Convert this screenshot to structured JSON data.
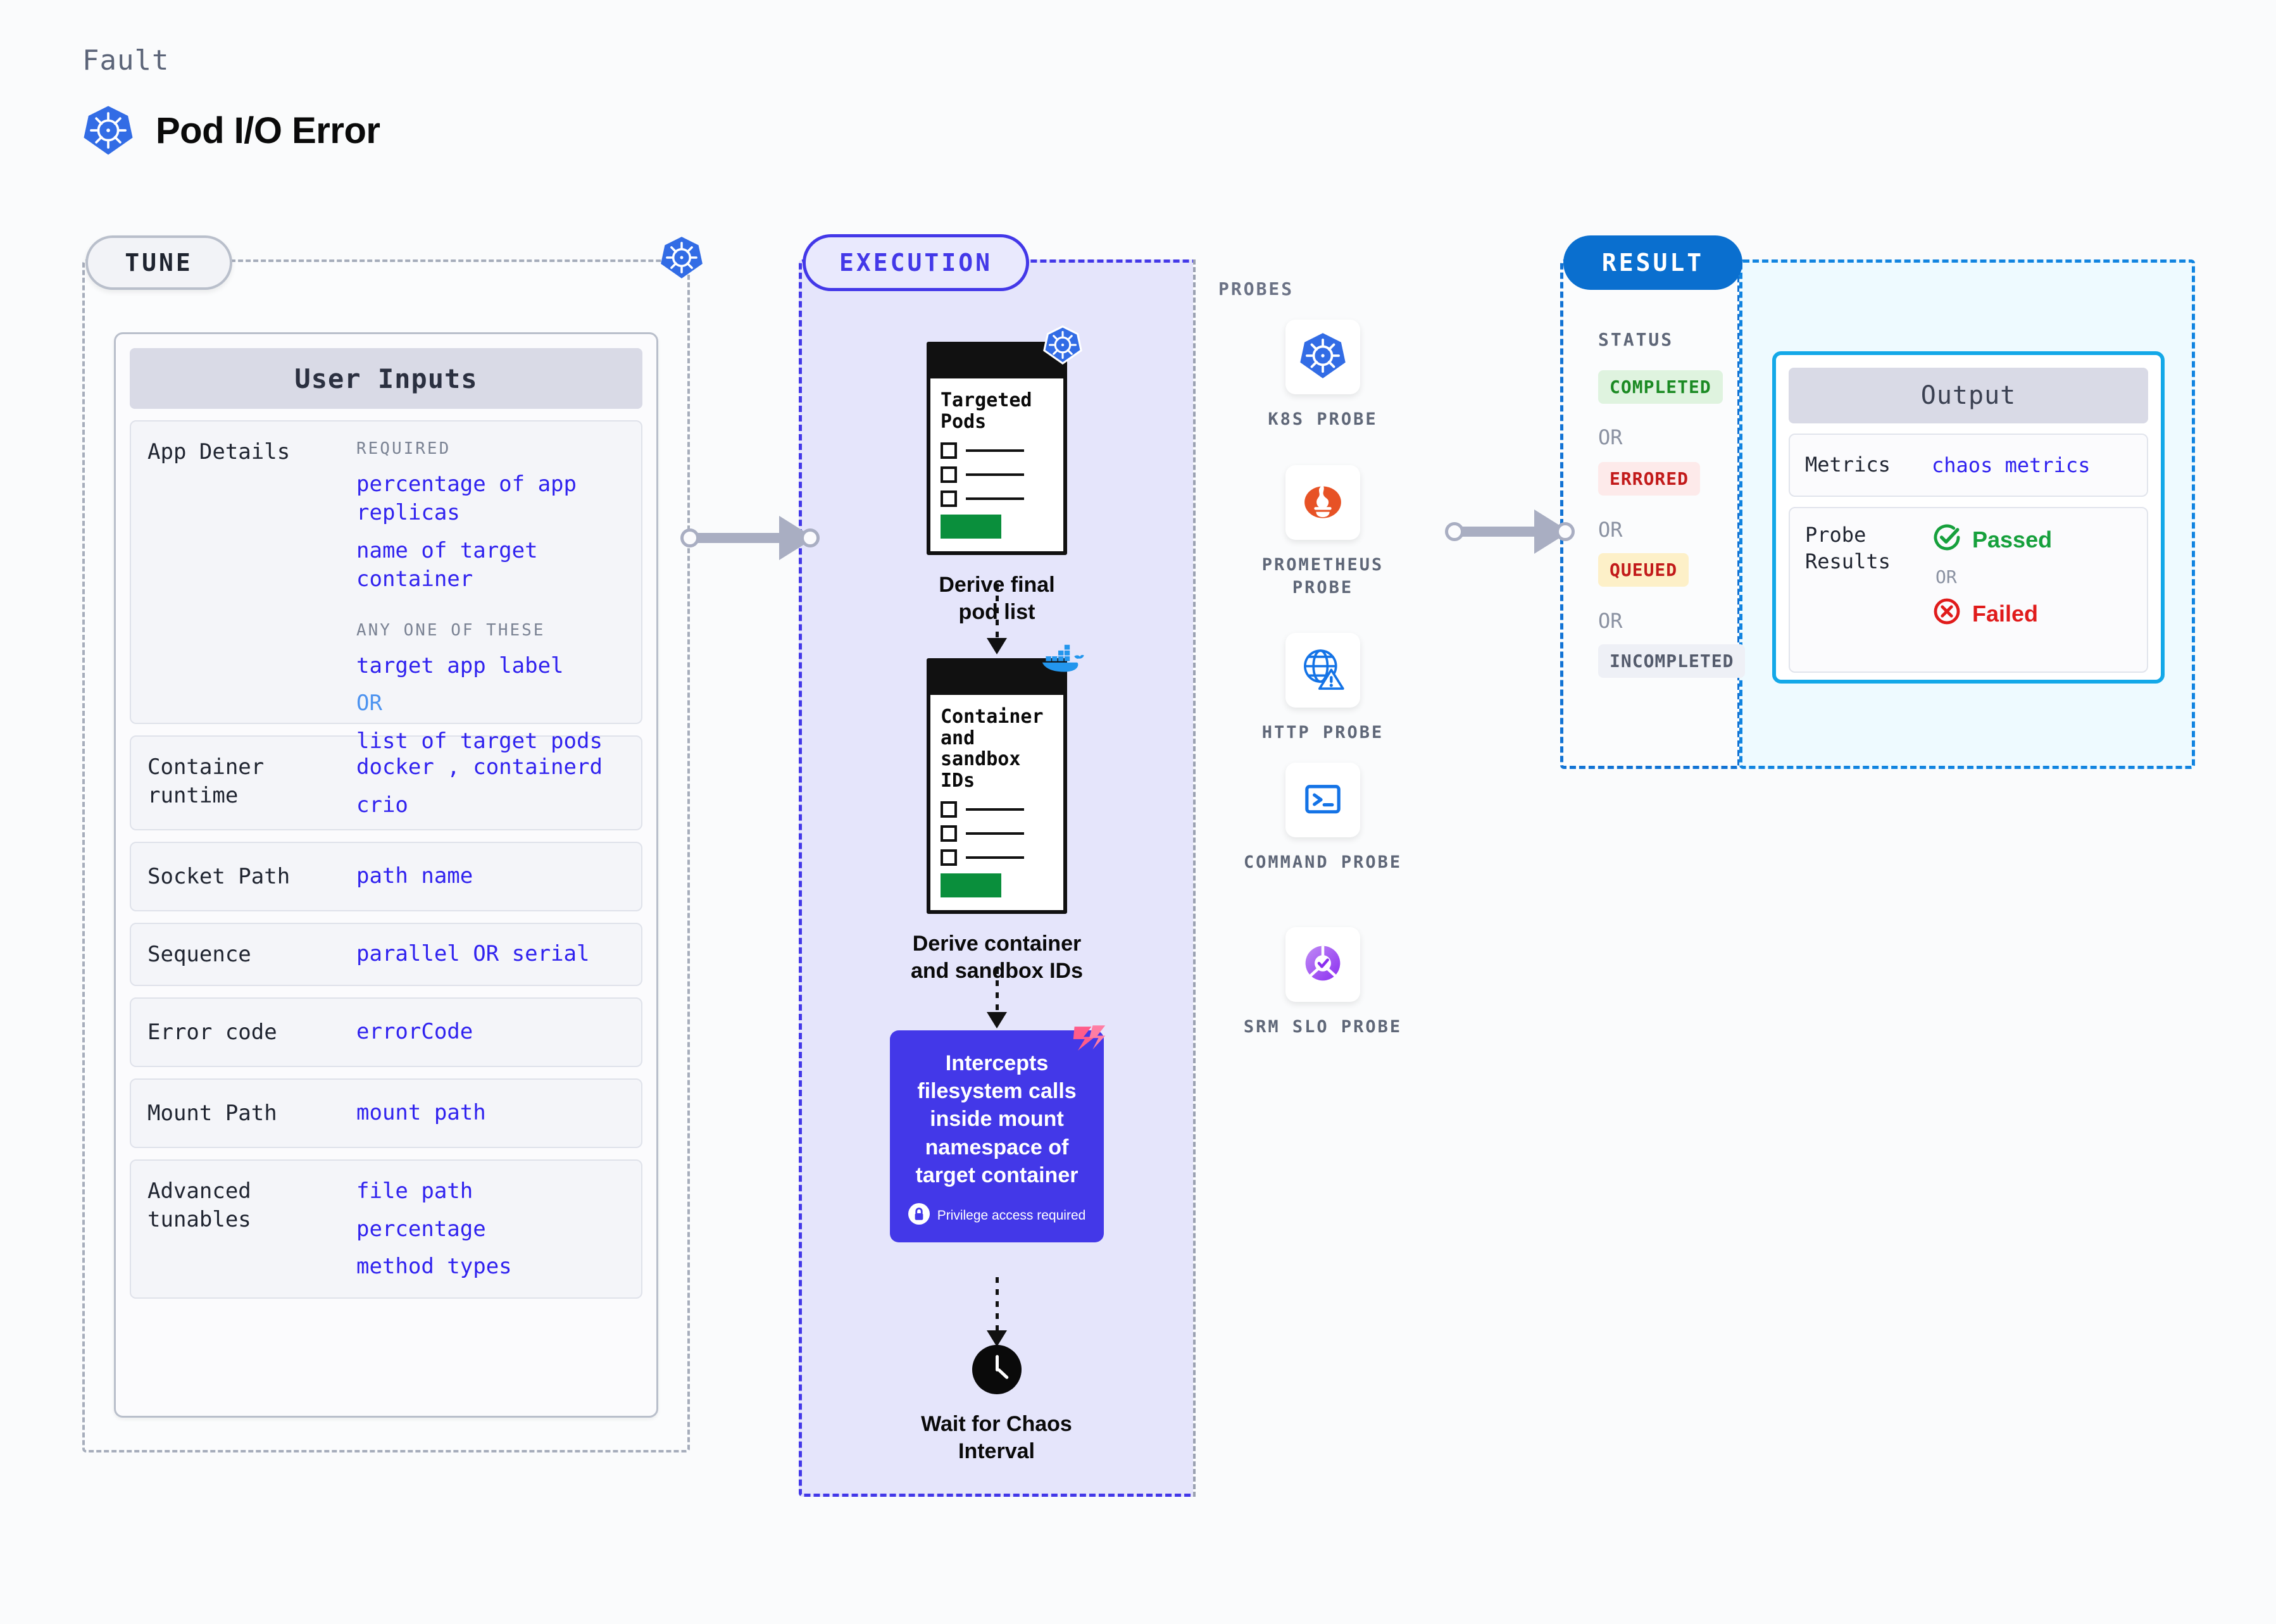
{
  "header": {
    "kicker": "Fault",
    "title": "Pod I/O Error",
    "icon": "kubernetes-icon"
  },
  "stages": {
    "tune": "TUNE",
    "execution": "EXECUTION",
    "result": "RESULT"
  },
  "tune": {
    "card_title": "User Inputs",
    "rows": [
      {
        "label": "App Details",
        "groups": [
          {
            "heading": "REQUIRED",
            "values": [
              "percentage of app replicas",
              "name of target container"
            ]
          },
          {
            "heading": "ANY ONE OF THESE",
            "values": [
              "target app label",
              "OR",
              "list of target pods"
            ]
          }
        ]
      },
      {
        "label": "Container runtime",
        "values": [
          "docker , containerd",
          "crio"
        ]
      },
      {
        "label": "Socket Path",
        "values": [
          "path name"
        ]
      },
      {
        "label": "Sequence",
        "values": [
          "parallel OR serial"
        ]
      },
      {
        "label": "Error code",
        "values": [
          "errorCode"
        ]
      },
      {
        "label": "Mount Path",
        "values": [
          "mount path"
        ]
      },
      {
        "label": "Advanced tunables",
        "values": [
          "file path",
          "percentage",
          "method types"
        ]
      }
    ]
  },
  "execution": {
    "steps": [
      {
        "card_title": "Targeted Pods",
        "caption": "Derive final pod list",
        "badge": "kubernetes-icon"
      },
      {
        "card_title": "Container and sandbox IDs",
        "caption": "Derive container and sandbox IDs",
        "badge": "docker-icon"
      }
    ],
    "chaos_card": {
      "text": "Intercepts filesystem calls inside mount namespace of target container",
      "note": "Privilege access required",
      "note_icon": "lock-icon",
      "corner_icon": "litmus-icon"
    },
    "wait": {
      "caption": "Wait for Chaos Interval",
      "icon": "clock-icon"
    }
  },
  "probes": {
    "title": "PROBES",
    "items": [
      {
        "label": "K8S PROBE",
        "icon": "kubernetes-icon"
      },
      {
        "label": "PROMETHEUS PROBE",
        "icon": "prometheus-icon"
      },
      {
        "label": "HTTP PROBE",
        "icon": "globe-warning-icon"
      },
      {
        "label": "COMMAND PROBE",
        "icon": "terminal-icon"
      },
      {
        "label": "SRM SLO PROBE",
        "icon": "slo-gauge-icon"
      }
    ]
  },
  "result": {
    "status_title": "STATUS",
    "or": "OR",
    "statuses": [
      {
        "label": "COMPLETED",
        "bg": "#dff3df",
        "color": "#1b8a23"
      },
      {
        "label": "ERRORED",
        "bg": "#fdeaea",
        "color": "#c21a1a"
      },
      {
        "label": "QUEUED",
        "bg": "#fdf0c8",
        "color": "#c21a1a"
      },
      {
        "label": "INCOMPLETED",
        "bg": "#eef0f6",
        "color": "#545b6c"
      }
    ]
  },
  "output": {
    "card_title": "Output",
    "metrics_label": "Metrics",
    "metrics_value": "chaos metrics",
    "probe_label": "Probe Results",
    "or": "OR",
    "passed": "Passed",
    "failed": "Failed",
    "passed_icon": "check-circle-icon",
    "failed_icon": "x-circle-icon"
  },
  "colors": {
    "accent_purple": "#4338e8",
    "accent_blue": "#0a6fcf",
    "accent_cyan": "#13a8e8",
    "mono_value": "#3022ef",
    "k8s_blue": "#326ce5"
  }
}
